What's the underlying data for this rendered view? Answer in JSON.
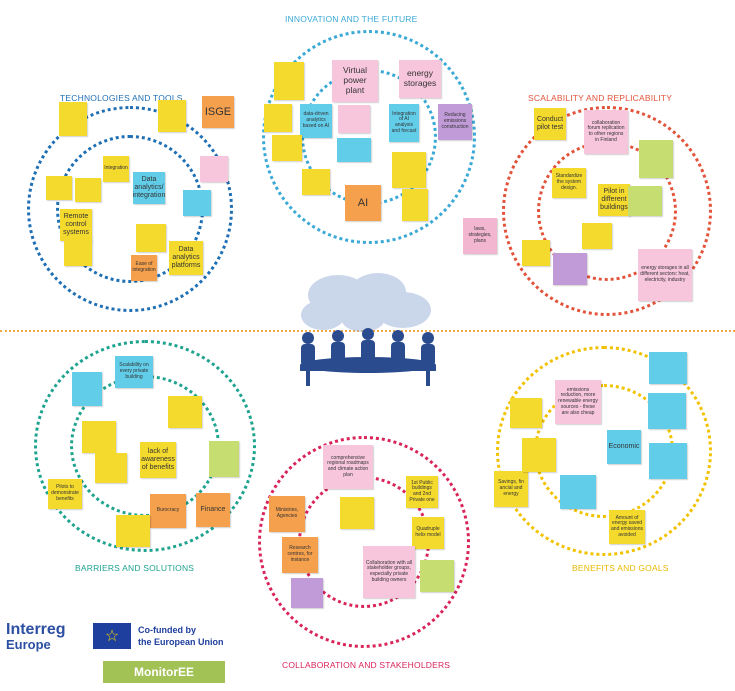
{
  "sections": {
    "innovation": "INNOVATION AND THE FUTURE",
    "technologies": "TECHNOLOGIES AND TOOLS",
    "scalability": "SCALABILITY AND REPLICABILITY",
    "barriers": "BARRIERS AND SOLUTIONS",
    "benefits": "BENEFITS AND GOALS",
    "collaboration": "COLLABORATION AND STAKEHOLDERS"
  },
  "colors": {
    "innovation": "#3aa9d6",
    "technologies": "#1f6fb5",
    "scalability": "#e2533a",
    "barriers": "#1ea38f",
    "benefits": "#f2c200",
    "collaboration": "#d9245a"
  },
  "notes": {
    "innovation": {
      "vpp": "Virtual power plant",
      "energy_storages": "energy storages",
      "data_driven": "data-driven analytics based on AI",
      "integration_ai": "Integration of AI analysis and forcast",
      "reducing_emissions": "Reducing emissions construction",
      "ai": "AI",
      "laws": "laws, strategies, plans"
    },
    "technologies": {
      "isge": "ISGE",
      "integration": "Integration",
      "data_analytics": "Data analytics/ integration",
      "remote_control": "Remote control systems",
      "data_analytics_platforms": "Data analytics platforms",
      "ease_of_integration": "Ease of integration"
    },
    "scalability": {
      "conduct_pilot": "Conduct pilot test",
      "collaboration_forum": "collaboration forum replication to other regions in Finland",
      "standardize": "Standardize the system design.",
      "pilot_buildings": "Pilot in different buildings",
      "storages_sectors": "energy storages in all different sectors: heat, electricity, industry"
    },
    "barriers": {
      "scalability_private": "Scalability on every private building",
      "lack_awareness": "lack of awareness of benefits",
      "pilots": "Pilots to demonstrate benefits",
      "burocracy": "Burocracy",
      "finance": "Finance"
    },
    "collaboration": {
      "roadmaps": "comprehensive regional roadmaps and climate action plan",
      "ministries": "Ministries, Agencies",
      "research_centres": "Research centres, for instance",
      "quadruple": "Quadruple helix model",
      "collab_stakeholders": "Collaboration with all stakeholder groups, especially private building owners",
      "public_buildings": "1st Public buildings and 2nd Private one"
    },
    "benefits": {
      "emissions_reduction": "emissions reduction, more renewable energy sources - these are also cheap",
      "economic": "Economic",
      "savings": "Savings, fin ancial and energy",
      "amount": "Amount of energy saved and emissions avoided"
    }
  },
  "logos": {
    "interreg_1": "Interreg",
    "interreg_2": "Europe",
    "cofunded_1": "Co-funded by",
    "cofunded_2": "the European Union",
    "monitoree": "MonitorEE"
  }
}
